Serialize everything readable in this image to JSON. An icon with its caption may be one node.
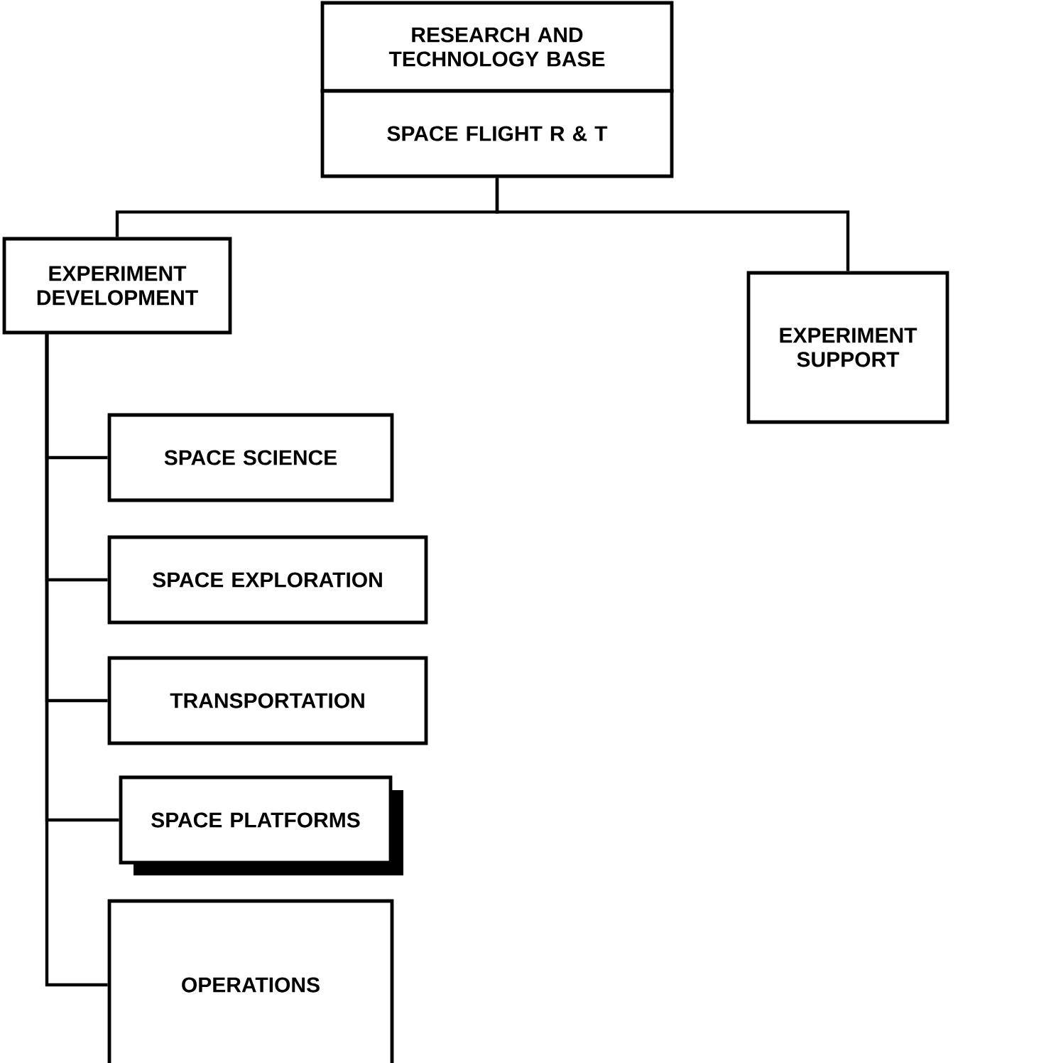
{
  "diagram": {
    "nodes": [
      {
        "text": [
          "RESEARCH AND TECHNOLOGY BASE"
        ]
      },
      {
        "text": [
          "SPACE FLIGHT R & T"
        ]
      },
      {
        "text": [
          "EXPERIMENT DEVELOPMENT"
        ]
      },
      {
        "text": [
          "EXPERIMENT SUPPORT"
        ]
      },
      {
        "text": [
          "SPACE SCIENCE"
        ]
      },
      {
        "text": [
          "SPACE EXPLORATION"
        ]
      },
      {
        "text": [
          "TRANSPORTATION"
        ]
      },
      {
        "text": [
          "SPACE PLATFORMS"
        ]
      },
      {
        "text": [
          "OPERATIONS"
        ]
      }
    ],
    "edges": [
      {
        "from": 1,
        "to": 2,
        "arrow": "none"
      },
      {
        "from": 1,
        "to": 3,
        "arrow": "none"
      },
      {
        "from": 2,
        "to": 4,
        "arrow": "none"
      },
      {
        "from": 2,
        "to": 5,
        "arrow": "none"
      },
      {
        "from": 2,
        "to": 6,
        "arrow": "none"
      },
      {
        "from": 2,
        "to": 7,
        "arrow": "none"
      },
      {
        "from": 2,
        "to": 8,
        "arrow": "none"
      }
    ]
  }
}
